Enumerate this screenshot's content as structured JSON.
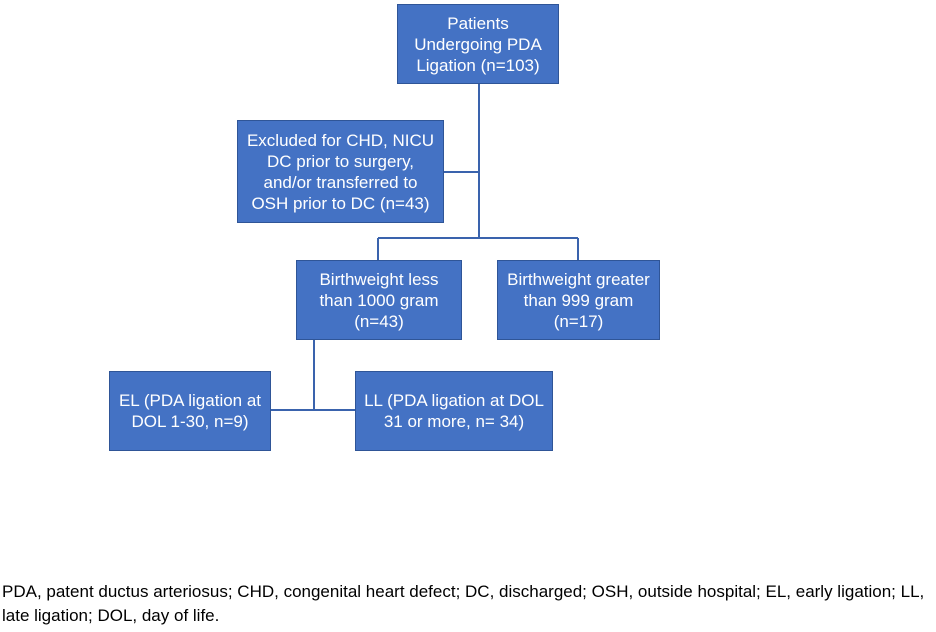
{
  "boxes": {
    "patients": "Patients Undergoing PDA Ligation (n=103)",
    "excluded": "Excluded for CHD, NICU DC prior to surgery, and/or transferred to OSH prior to DC (n=43)",
    "birthweight_lt_1000": "Birthweight less than 1000 gram (n=43)",
    "birthweight_gt_999": "Birthweight greater than 999 gram (n=17)",
    "early_ligation": "EL (PDA ligation at DOL 1-30, n=9)",
    "late_ligation": "LL (PDA ligation at DOL 31 or more, n= 34)"
  },
  "caption": "PDA, patent ductus arteriosus; CHD, congenital heart defect; DC, discharged; OSH, outside hospital; EL, early ligation; LL, late ligation; DOL, day of life.",
  "colors": {
    "box_fill": "#4472c4",
    "box_border": "#2f5597",
    "connector": "#3a63ad",
    "box_text": "#ffffff"
  }
}
